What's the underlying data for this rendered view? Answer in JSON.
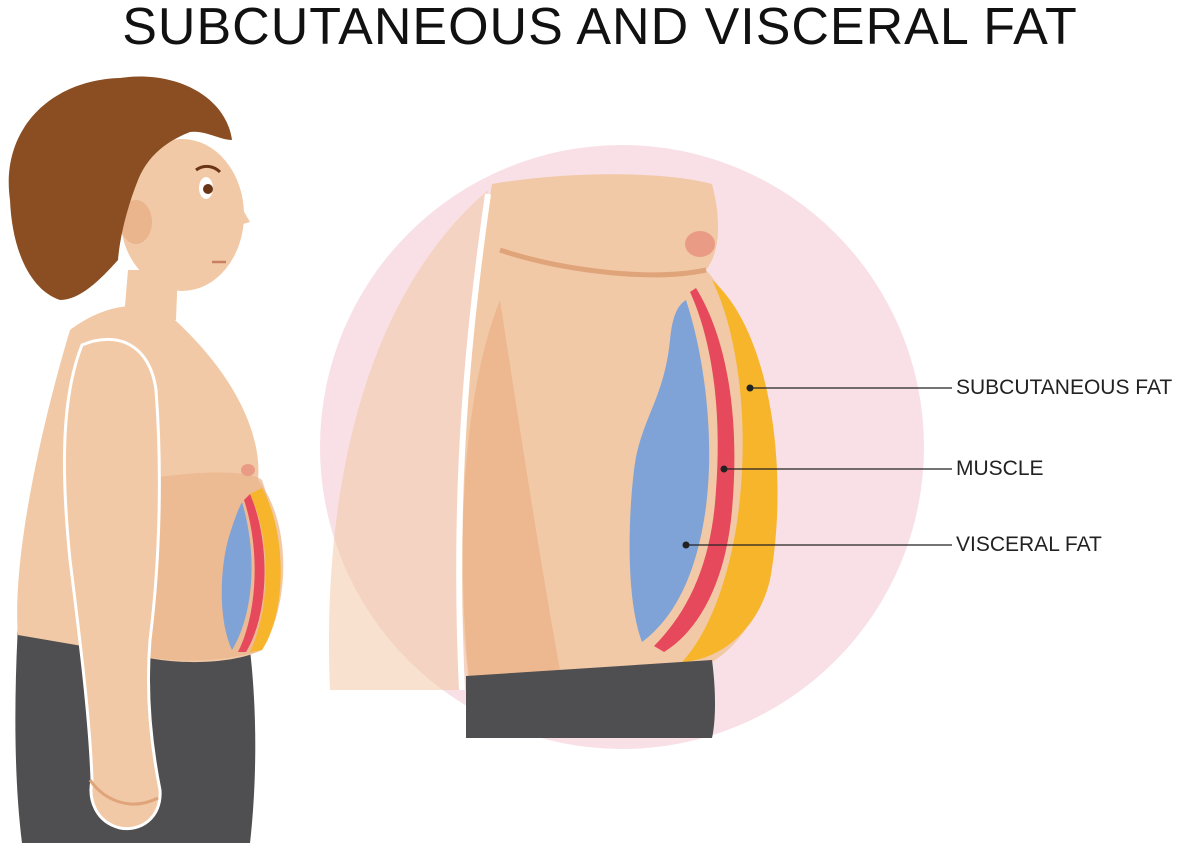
{
  "title": "SUBCUTANEOUS AND VISCERAL FAT",
  "labels": {
    "subcutaneous_fat": "SUBCUTANEOUS FAT",
    "muscle": "MUSCLE",
    "visceral_fat": "VISCERAL FAT"
  },
  "colors": {
    "skin": "#f2c9a6",
    "skin_shadow": "#e9a97e",
    "hair": "#8a4e22",
    "pants": "#4f4f51",
    "visceral_fat": "#7fa3d6",
    "muscle": "#e6495c",
    "subcutaneous_fat": "#f7b52c",
    "circle_bg": "#f8e0e6"
  }
}
